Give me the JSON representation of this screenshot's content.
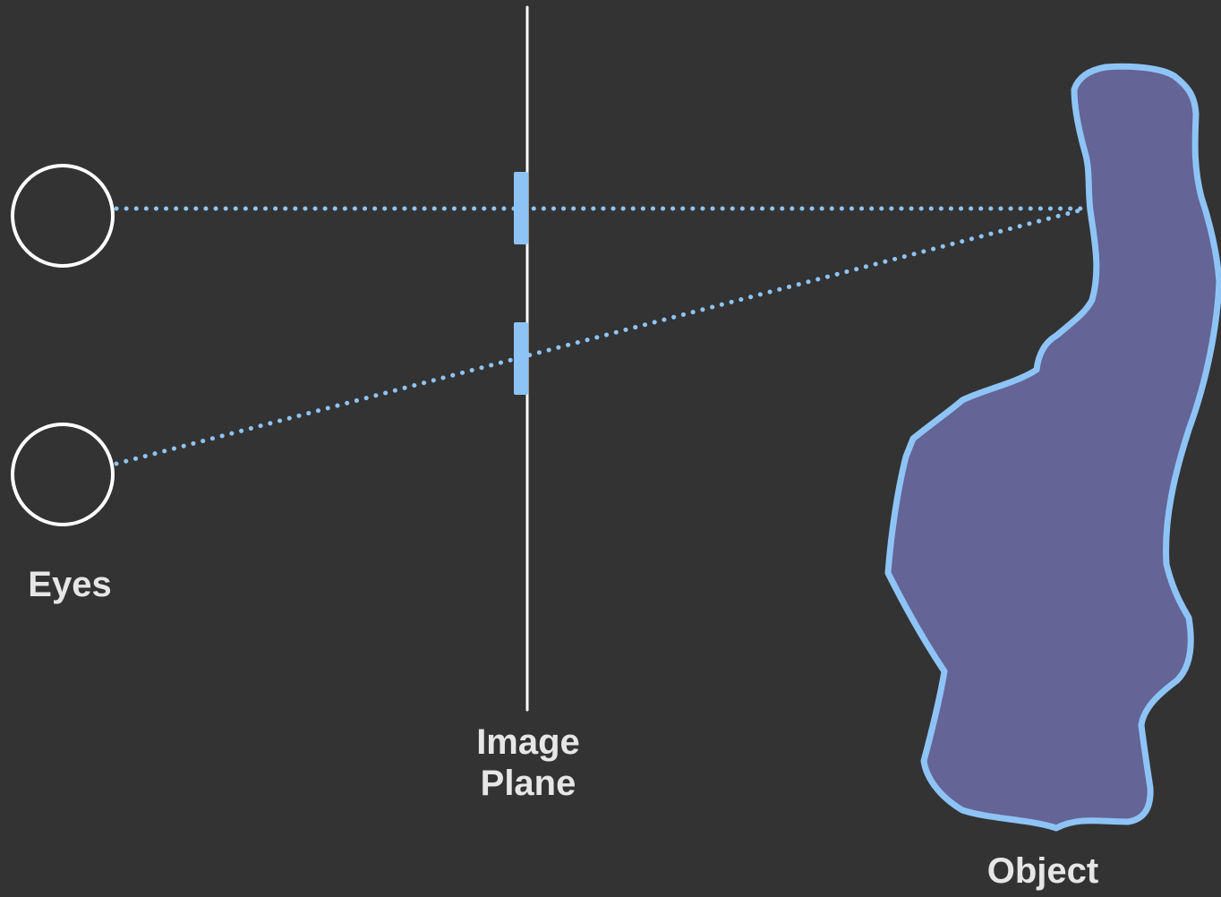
{
  "labels": {
    "eyes": "Eyes",
    "image_plane_line1": "Image",
    "image_plane_line2": "Plane",
    "object": "Object"
  },
  "colors": {
    "background": "#333333",
    "outline_white": "#ffffff",
    "ray_blue": "#8ec4f5",
    "object_fill": "#646496",
    "object_stroke": "#8ec4f5",
    "label_text": "#e6e6e6"
  }
}
